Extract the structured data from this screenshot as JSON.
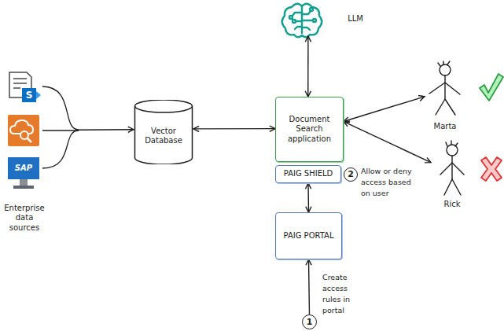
{
  "diagram": {
    "nodes": [
      {
        "text": [
          "LLM"
        ]
      },
      {
        "text": [
          "Enterprise data sources"
        ]
      },
      {
        "text": [
          "Vector Database"
        ]
      },
      {
        "text": [
          "Document Search application"
        ]
      },
      {
        "text": [
          "PAIG SHIELD"
        ]
      },
      {
        "text": [
          "PAIG PORTAL"
        ]
      },
      {
        "text": [
          "Marta"
        ]
      },
      {
        "text": [
          "Rick"
        ]
      },
      {
        "text": [
          "1"
        ]
      }
    ],
    "edges": [
      {
        "from": 1,
        "to": 2,
        "arrow": "to"
      },
      {
        "from": 2,
        "to": 3,
        "arrow": "both"
      },
      {
        "from": 0,
        "to": 3,
        "arrow": "both"
      },
      {
        "from": 3,
        "to": 6,
        "arrow": "both"
      },
      {
        "from": 3,
        "to": 7,
        "arrow": "both"
      },
      {
        "from": 4,
        "to": 5,
        "arrow": "both"
      },
      {
        "from": 8,
        "to": 5,
        "arrow": "to"
      }
    ],
    "labels": [
      "S",
      "SAP",
      "2",
      "Allow or deny access based on user",
      "Create access rules in portal"
    ]
  }
}
